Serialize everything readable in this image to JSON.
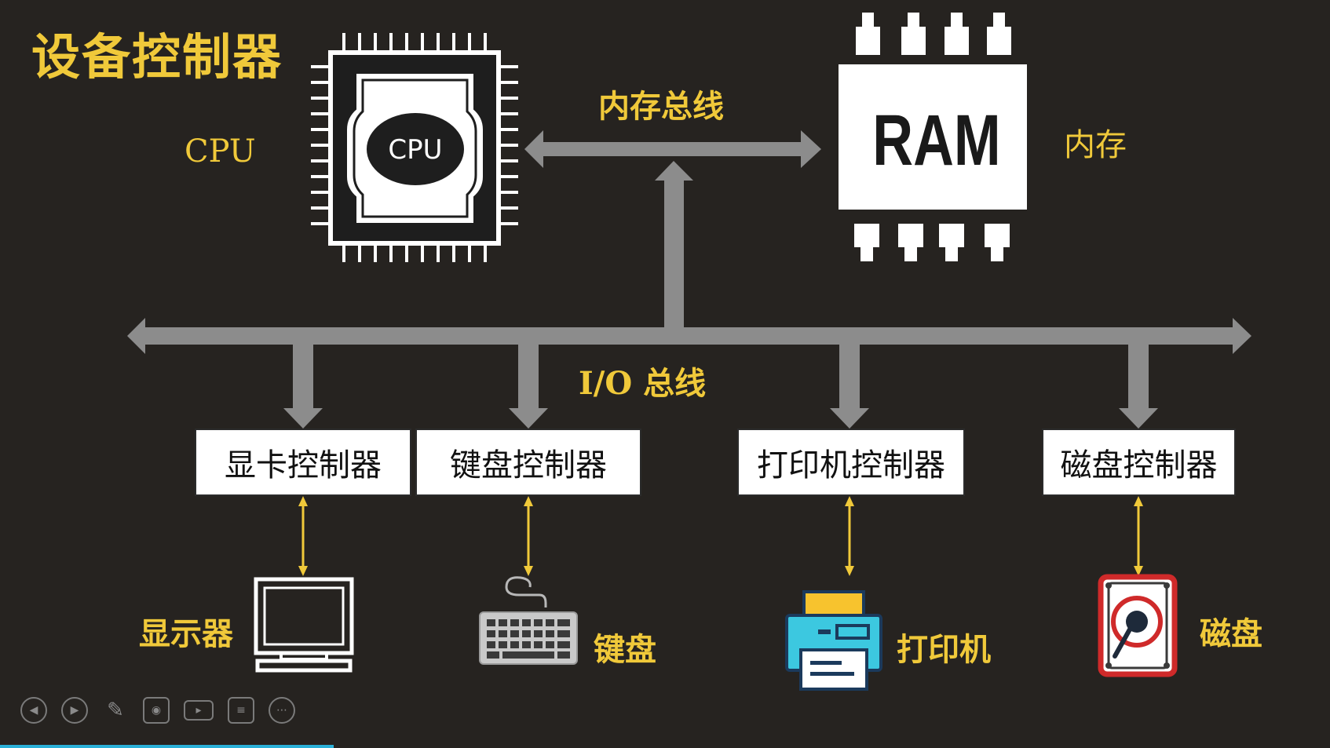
{
  "title": "设备控制器",
  "cpu": {
    "side_label": "CPU",
    "chip_label": "CPU"
  },
  "memory_bus": {
    "label": "内存总线"
  },
  "ram": {
    "chip_label": "RAM",
    "side_label": "内存"
  },
  "io_bus": {
    "label": "I/O 总线"
  },
  "controllers": [
    {
      "label": "显卡控制器"
    },
    {
      "label": "键盘控制器"
    },
    {
      "label": "打印机控制器"
    },
    {
      "label": "磁盘控制器"
    }
  ],
  "devices": [
    {
      "label": "显示器",
      "icon": "monitor-icon"
    },
    {
      "label": "键盘",
      "icon": "keyboard-icon"
    },
    {
      "label": "打印机",
      "icon": "printer-icon"
    },
    {
      "label": "磁盘",
      "icon": "disk-icon"
    }
  ],
  "colors": {
    "background": "#262320",
    "accent_text": "#f0c93a",
    "bus": "#8c8c8c",
    "device_link": "#f0c93a",
    "progress": "#2ab0d8"
  },
  "toolbar": [
    "prev-icon",
    "next-icon",
    "pen-icon",
    "screenshot-icon",
    "camera-icon",
    "comment-icon",
    "more-icon"
  ]
}
